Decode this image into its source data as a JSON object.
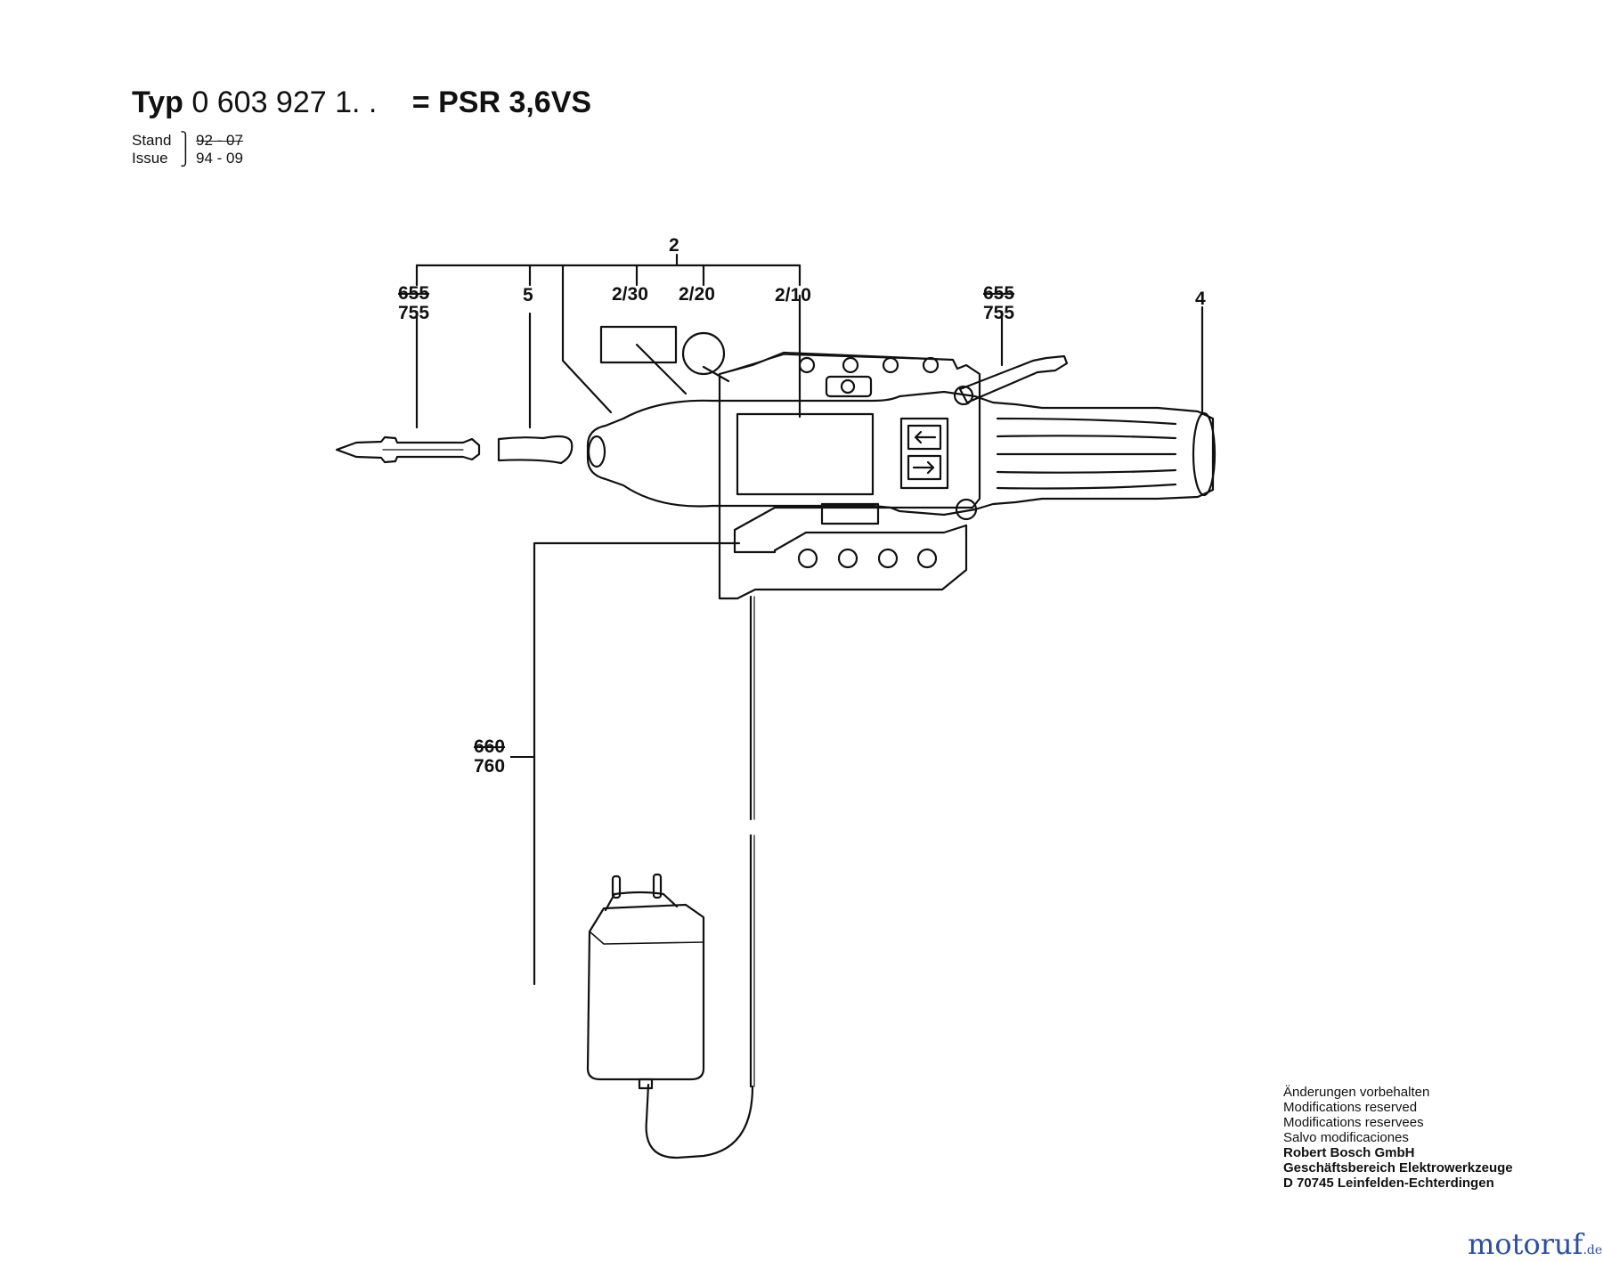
{
  "header": {
    "typ_label": "Typ",
    "typ_number": "0 603 927 1. .",
    "model": "= PSR 3,6VS"
  },
  "revision": {
    "stand_label": "Stand",
    "issue_label": "Issue",
    "stand_value": "92 - 07",
    "issue_value": "94 - 09"
  },
  "callouts": {
    "c2": "2",
    "c2_30": "2/30",
    "c2_20": "2/20",
    "c2_10": "2/10",
    "c5": "5",
    "c4": "4",
    "left_old": "655",
    "left_new": "755",
    "right_old": "655",
    "right_new": "755",
    "charger_old": "660",
    "charger_new": "760"
  },
  "notes": {
    "line1": "Änderungen vorbehalten",
    "line2": "Modifications reserved",
    "line3": "Modifications reservees",
    "line4": "Salvo modificaciones",
    "company": "Robert Bosch GmbH",
    "division": "Geschäftsbereich Elektrowerkzeuge",
    "address": "D 70745 Leinfelden-Echterdingen"
  },
  "brand": {
    "name": "motoruf",
    "tld": ".de"
  }
}
